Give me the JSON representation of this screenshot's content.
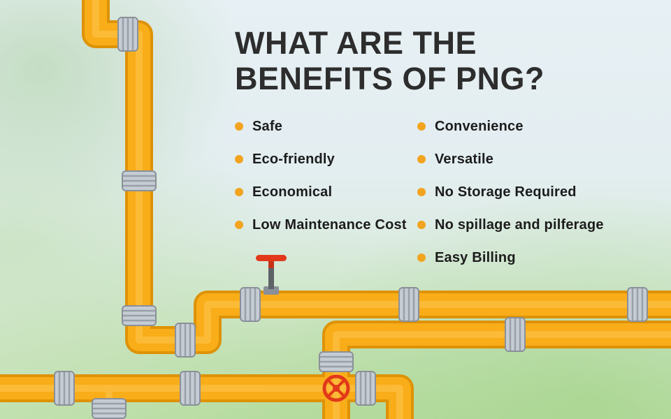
{
  "title": {
    "line1": "WHAT ARE THE",
    "line2": "BENEFITS OF PNG?"
  },
  "benefits": {
    "left": [
      "Safe",
      "Eco-friendly",
      "Economical",
      "Low Maintenance Cost"
    ],
    "right": [
      "Convenience",
      "Versatile",
      "No Storage Required",
      "No spillage and pilferage",
      "Easy Billing"
    ]
  },
  "colors": {
    "pipe": "#F8AD19",
    "pipe_outline": "#DE9206",
    "pipe_highlight": "#FFC651",
    "flange_gray": "#C6CCD3",
    "bullet": "#F2A41F",
    "valve_red": "#E2391B",
    "title_text": "#2D2D2D",
    "body_text": "#1C1C1C"
  },
  "icons": {
    "bullet-icon": "orange-filled-circle",
    "gate-valve-icon": "red-T-handle-valve-on-pipe",
    "handwheel-valve-icon": "red-spoked-handwheel",
    "flange-coupling": "gray-ribbed-pipe-coupling"
  }
}
